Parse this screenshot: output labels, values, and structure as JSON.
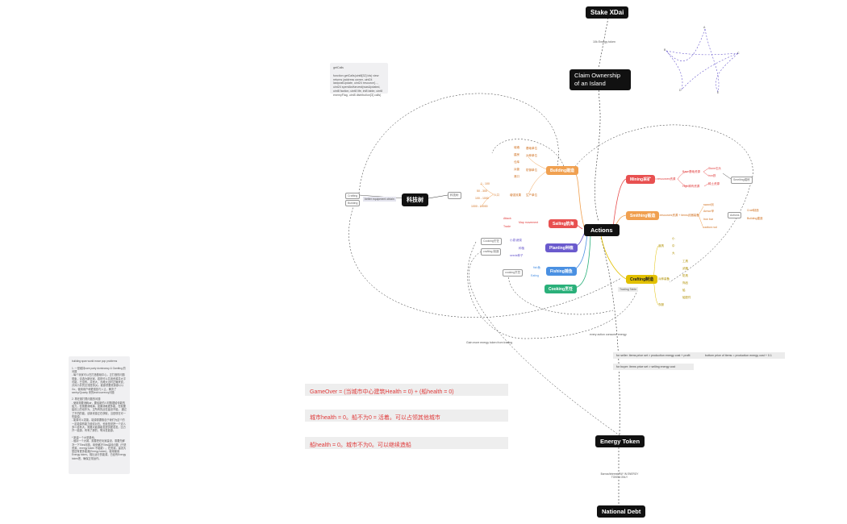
{
  "top_nodes": {
    "stake": "Stake XDai",
    "claim": "Claim Ownership of an Island",
    "actions": "Actions",
    "keji": "科技树",
    "energy": "Energy Token",
    "debt": "National Debt"
  },
  "edge_labels": {
    "stake_claim": "10k Energy token",
    "energy_debt": "Borrow/Interest PAY IN ENERGY TOKEN ONLY",
    "gain": "Gain more energy token from trading",
    "every_action": "every action consume energy"
  },
  "getcalls_note": "getCalls\n\nfunction getCalls(uint8[32] ids) view returns (address owner, uint24 lastpostUpdate, uint24 resource[..., uint24 spentAsHarvest(wasUpdated, uint8 faction, uint8 life, int8 table, uint8 enemyFlag, uint8 distribution[3] calls)",
  "left_note": "building span world move pop problems\n\n1. 一是维持core party dominancy & Gantting 的问题\n- 每个玩家可以在打造基础中心，正打造的问题现象，请选为新玩家。若是可以共用资源并大平可能，已没有。并资大，大概大法时正确来说，并对小并的交流提供(s)，能源重要资源源以以Go，使用用户和更强技巧入让，解决了sentry/Quanty 来的tech/currency问题\n\n2. 再在基打限问题的问题\n- 使用需要消耗air，要给新的人材数据给你能的给力，但需要消耗掉。如果消耗更多能，在就要建设上的动作为，正所有的此在建设不能。 通过了不同的能，该新资源正在获取，当是现在可一些能源。\n- 能源可以发能。能源需要取自于我们为这个的一定能源的能力使这对去，也就是说把一个这么多少给有大，需要大能源能发提供更发发。比方开一能源，有有了那的，等对发能源。\n\n* 新建一个大型基地，\n- 维持一个大城，需要把在玩家建设，需要先解决一下Tiles问题，用来解决Tiles建设问题（只是资源，energy token 不能新）。在资源，建设大型还有更多能源(Energy token)。使用使用Energy token。相比运行的能源，已经有Energy token把，确保正常运作。",
  "red_notes": [
    "GameOver = (当城市中心建筑Health = 0) + (船health = 0)",
    "城市health = 0。船不为0 = 活着。可以占领其他城市",
    "船health = 0。城市不为0。可以继续造船"
  ],
  "price_bars": {
    "seller": "for seller: items price set > production energy cost + profit",
    "bottom": "bottom price of items = production energy cost + 0.1",
    "buyer": "for buyer: items price set > selling energy cost"
  },
  "branches": {
    "building": "Building建造",
    "mining": "Mining采矿",
    "smithing": "Smithing锻造",
    "sailing": "Sailing航海",
    "planting": "Planting种植",
    "fishing": "Fishing捕鱼",
    "cooking": "Cooking烹饪",
    "crafting": "Crafting制造"
  },
  "small_labels": {
    "left_a": "Crafting",
    "left_b": "Building",
    "equipment": "better equipment obtain",
    "keji_child": "科技树",
    "build_l1": [
      "城墙",
      "建房",
      "仓库",
      "兵营",
      "港口"
    ],
    "build_l2": [
      "基础单位",
      "兵种单位",
      "防御单位",
      "资源单位",
      "生产单位"
    ],
    "build_l3": [
      "1 - 100",
      "50 - 300",
      "100 - 1000",
      "1000 - 10000"
    ],
    "build_mid": [
      "人口",
      "增强效果"
    ],
    "mining_kids": [
      "resources资源",
      "Base基础资源",
      "High稀有资源"
    ],
    "mining_res": [
      "Stone石头",
      "iron铁",
      "稀土资源"
    ],
    "smelt": "Smelting熔炼",
    "smith_kids": [
      "resources资源 + items武器装备",
      "sword剑",
      "Armor甲",
      "Iron bar",
      "carbon rod"
    ],
    "smith_r": [
      "Actions",
      "Craft制造",
      "Building建造"
    ],
    "sailing_kids": [
      "Map movement",
      "Attack",
      "Trade"
    ],
    "planting_kids": [
      "种植",
      "小麦/蔬菜",
      "Cooking烹饪",
      "crafting 制造",
      "seeds种子"
    ],
    "fishing_kids": [
      "fish鱼",
      "Cooking/Crafting",
      "Eating"
    ],
    "cooking_kid": "cooking烹饪",
    "crafting_l": [
      "道具",
      "兵种装备",
      "衣服"
    ],
    "crafting_r": [
      "小",
      "中",
      "大",
      "工具",
      "武器",
      "防具",
      "饰品",
      "船",
      "船配件",
      "装备件"
    ],
    "trade": "Trading Table",
    "cloth": "布料"
  },
  "graph_nodes": [
    "A",
    "B",
    "C",
    "D",
    "E"
  ]
}
